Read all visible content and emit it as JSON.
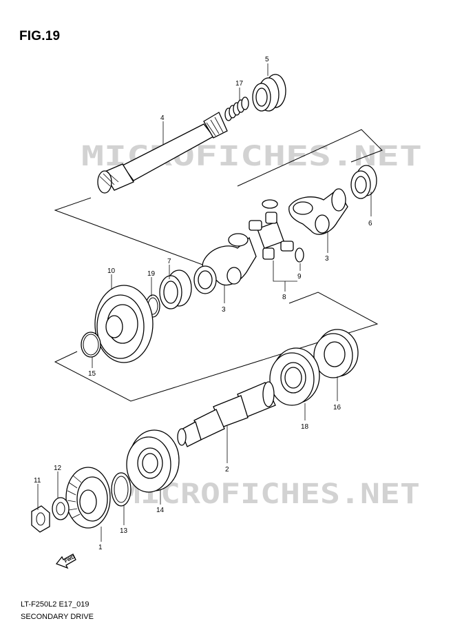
{
  "figure": {
    "title": "FIG.19",
    "code": "LT-F250L2 E17_019",
    "caption": "SECONDARY DRIVE"
  },
  "watermark": {
    "text": "MICROFICHES.NET",
    "color": "#cfcfcf"
  },
  "fwd_label": "FWD",
  "callouts": [
    {
      "id": "c5",
      "label": "5"
    },
    {
      "id": "c17",
      "label": "17"
    },
    {
      "id": "c4",
      "label": "4"
    },
    {
      "id": "c6",
      "label": "6"
    },
    {
      "id": "c3a",
      "label": "3"
    },
    {
      "id": "c9",
      "label": "9"
    },
    {
      "id": "c8",
      "label": "8"
    },
    {
      "id": "c3b",
      "label": "3"
    },
    {
      "id": "c7",
      "label": "7"
    },
    {
      "id": "c19",
      "label": "19"
    },
    {
      "id": "c10",
      "label": "10"
    },
    {
      "id": "c15",
      "label": "15"
    },
    {
      "id": "c16",
      "label": "16"
    },
    {
      "id": "c18",
      "label": "18"
    },
    {
      "id": "c2",
      "label": "2"
    },
    {
      "id": "c14",
      "label": "14"
    },
    {
      "id": "c13",
      "label": "13"
    },
    {
      "id": "c12",
      "label": "12"
    },
    {
      "id": "c11",
      "label": "11"
    },
    {
      "id": "c1",
      "label": "1"
    }
  ]
}
